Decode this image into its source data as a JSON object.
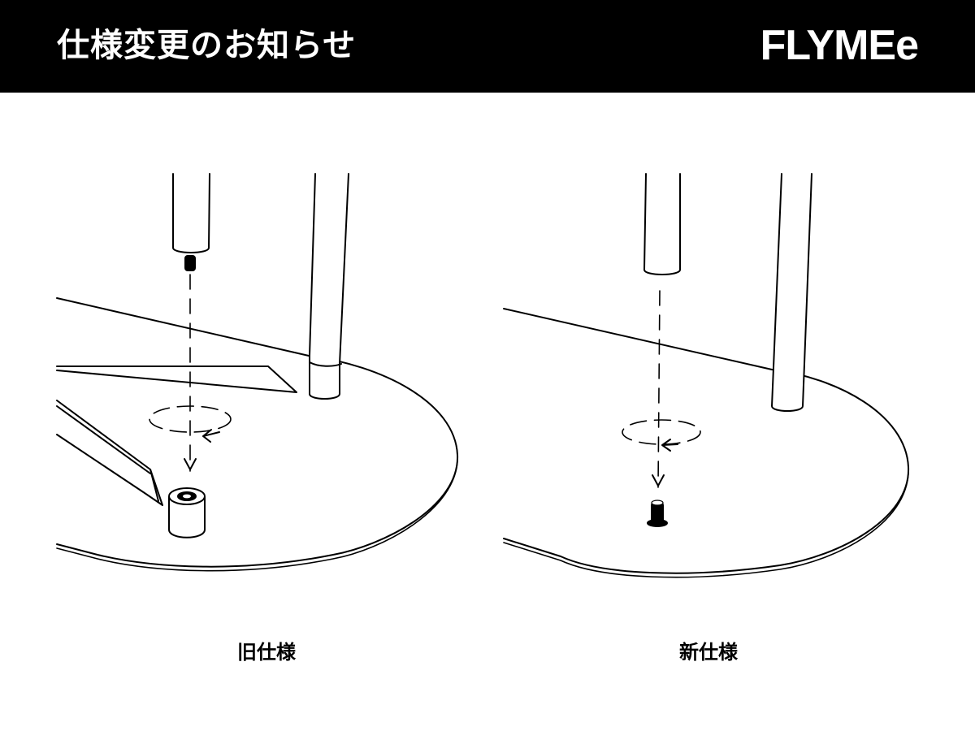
{
  "header": {
    "title": "仕様変更のお知らせ",
    "brand": "FLYMEe"
  },
  "panels": {
    "old": {
      "caption": "旧仕様"
    },
    "new": {
      "caption": "新仕様"
    }
  },
  "colors": {
    "header_bg": "#000000",
    "header_text": "#ffffff",
    "line": "#000000",
    "background": "#ffffff"
  }
}
